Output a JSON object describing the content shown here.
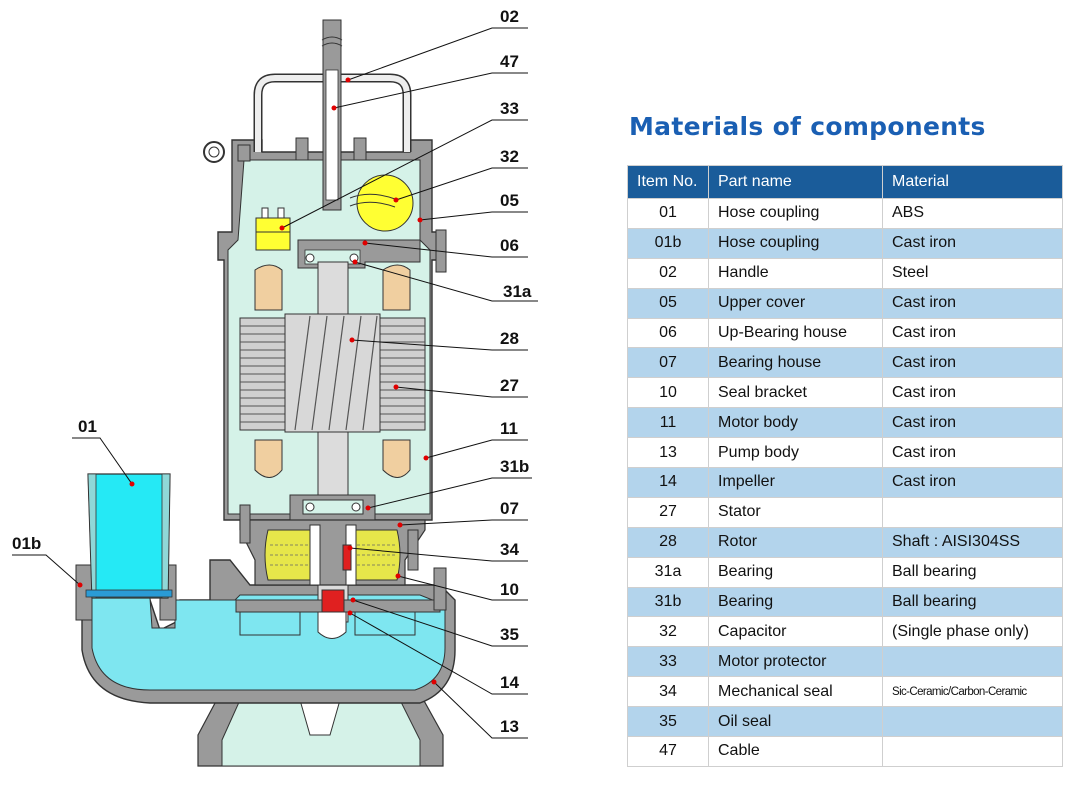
{
  "title": "Materials of components",
  "table": {
    "headers": [
      "Item No.",
      "Part name",
      "Material"
    ],
    "rows": [
      {
        "no": "01",
        "part": "Hose coupling",
        "material": "ABS"
      },
      {
        "no": "01b",
        "part": "Hose coupling",
        "material": "Cast iron"
      },
      {
        "no": "02",
        "part": "Handle",
        "material": "Steel"
      },
      {
        "no": "05",
        "part": "Upper cover",
        "material": "Cast iron"
      },
      {
        "no": "06",
        "part": "Up-Bearing house",
        "material": "Cast iron"
      },
      {
        "no": "07",
        "part": "Bearing house",
        "material": "Cast iron"
      },
      {
        "no": "10",
        "part": "Seal bracket",
        "material": "Cast iron"
      },
      {
        "no": "11",
        "part": "Motor body",
        "material": "Cast iron"
      },
      {
        "no": "13",
        "part": "Pump body",
        "material": "Cast iron"
      },
      {
        "no": "14",
        "part": "Impeller",
        "material": "Cast iron"
      },
      {
        "no": "27",
        "part": "Stator",
        "material": ""
      },
      {
        "no": "28",
        "part": "Rotor",
        "material": "Shaft : AISI304SS"
      },
      {
        "no": "31a",
        "part": "Bearing",
        "material": "Ball bearing"
      },
      {
        "no": "31b",
        "part": "Bearing",
        "material": "Ball bearing"
      },
      {
        "no": "32",
        "part": "Capacitor",
        "material": "(Single phase only)"
      },
      {
        "no": "33",
        "part": "Motor protector",
        "material": ""
      },
      {
        "no": "34",
        "part": "Mechanical seal",
        "material": "Sic-Ceramic/Carbon-Ceramic"
      },
      {
        "no": "35",
        "part": "Oil seal",
        "material": ""
      },
      {
        "no": "47",
        "part": "Cable",
        "material": ""
      }
    ]
  },
  "callouts": [
    "02",
    "47",
    "33",
    "32",
    "05",
    "06",
    "31a",
    "28",
    "27",
    "11",
    "31b",
    "07",
    "34",
    "10",
    "35",
    "14",
    "13",
    "01",
    "01b"
  ],
  "colors": {
    "title": "#1a5fb3",
    "header_bg": "#1a5c9a",
    "alt_row": "#b3d4ec",
    "motor_fill": "#d5f2e8",
    "water": "#7ee6f0",
    "casing": "#9a9a9a",
    "oil": "#e6e64a",
    "capacitor": "#ffff33",
    "coil": "#f0cfa0",
    "leader": "#111111",
    "dot": "#e00000"
  }
}
